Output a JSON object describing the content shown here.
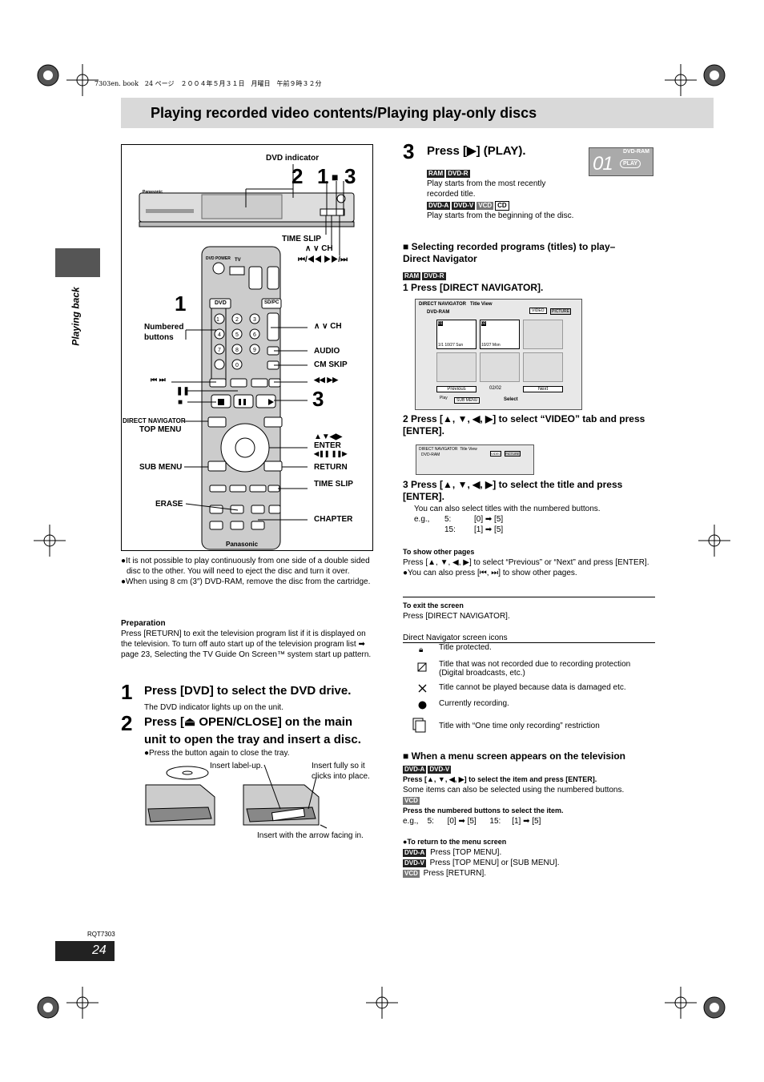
{
  "header_line": "7303en. book　24 ページ　２００４年５月３１日　月曜日　午前９時３２分",
  "title": "Playing recorded video contents/Playing play-only discs",
  "side_label": "Playing back",
  "diagram": {
    "dvd_indicator": "DVD indicator",
    "num2": "2",
    "num1": "1",
    "num3": "3",
    "brand": "Panasonic",
    "time_slip": "TIME SLIP",
    "ch_top": "∧ ∨ CH",
    "skip_search": "⏮/◀◀ ▶▶/⏭",
    "remote_num1": "1",
    "remote_num3": "3",
    "numbered_buttons": "Numbered\nbuttons",
    "ch": "∧ ∨ CH",
    "audio": "AUDIO",
    "cm_skip": "CM SKIP",
    "skip_left": "⏮ ⏭",
    "pause": "❚❚",
    "stop": "■",
    "search": "◀◀ ▶▶",
    "direct_navigator": "DIRECT NAVIGATOR",
    "top_menu": "TOP MENU",
    "arrows_enter": "▲▼◀▶",
    "enter": "ENTER",
    "frame": "◀❚❚ ❚❚▶",
    "sub_menu": "SUB MENU",
    "return": "RETURN",
    "time_slip2": "TIME SLIP",
    "erase": "ERASE",
    "chapter": "CHAPTER",
    "remote_brand": "Panasonic",
    "remote_dvd": "DVD",
    "remote_sdpc": "SD/PC",
    "remote_power": "DVD POWER",
    "remote_tv": "TV"
  },
  "left_notes": [
    "It is not possible to play continuously from one side of a double sided disc to the other. You will need to eject the disc and turn it over.",
    "When using 8 cm (3″) DVD-RAM, remove the disc from the cartridge."
  ],
  "preparation": {
    "heading": "Preparation",
    "text": "Press [RETURN] to exit the television program list if it is displayed on the television. To turn off auto start up of the television program list ➡ page 23, Selecting the TV Guide On Screen™ system start up pattern."
  },
  "step1": {
    "num": "1",
    "title": "Press [DVD] to select the DVD drive.",
    "sub": "The DVD indicator lights up on the unit."
  },
  "step2": {
    "num": "2",
    "title": "Press [⏏ OPEN/CLOSE] on the main unit to open the tray and insert a disc.",
    "sub": "●Press the button again to close the tray."
  },
  "disc_labels": {
    "label_up": "Insert label-up.",
    "fully": "Insert fully so it clicks into place.",
    "arrow": "Insert with the arrow facing in."
  },
  "step3": {
    "num": "3",
    "title": "Press [▶] (PLAY).",
    "badges1": [
      "RAM",
      "DVD-R"
    ],
    "text1": "Play starts from the most recently recorded title.",
    "badges2": [
      "DVD-A",
      "DVD-V",
      "VCD",
      "CD"
    ],
    "text2": "Play starts from the beginning of the disc.",
    "display_label": "DVD-RAM",
    "display_play": "PLAY",
    "display_digits": "01"
  },
  "dn": {
    "heading": "■ Selecting recorded programs (titles) to play– Direct Navigator",
    "badges": [
      "RAM",
      "DVD-R"
    ],
    "s1": "1  Press [DIRECT NAVIGATOR].",
    "screen": {
      "title": "DIRECT NAVIGATOR",
      "view": "Title View",
      "disc": "DVD-RAM",
      "tab_video": "VIDEO",
      "tab_picture": "PICTURE",
      "thumb1_no": "01",
      "thumb1_date": "1/1 10/27 Sun",
      "thumb2_no": "02",
      "thumb2_date": "10/27 Mon",
      "previous": "Previous",
      "page": "02/02",
      "next": "Next",
      "play": "Play",
      "submenu": "SUB MENU",
      "select": "Select"
    },
    "s2": "2  Press [▲, ▼, ◀, ▶] to select “VIDEO” tab and press [ENTER].",
    "s3": "3  Press [▲, ▼, ◀, ▶] to select the title and press [ENTER].",
    "s3_note": "You can also select titles with the numbered buttons.",
    "eg1_label": "e.g.,",
    "eg1_a": "5:",
    "eg1_b": "[0] ➡ [5]",
    "eg2_a": "15:",
    "eg2_b": "[1] ➡ [5]",
    "other_heading": "To show other pages",
    "other_text": "Press [▲, ▼, ◀, ▶] to select “Previous” or “Next” and press [ENTER].",
    "other_note": "●You can also press [⏮, ⏭] to show other pages.",
    "exit_heading": "To exit the screen",
    "exit_text": "Press [DIRECT NAVIGATOR].",
    "icons_heading": "Direct Navigator screen icons",
    "icons": [
      {
        "name": "lock-icon",
        "text": "Title protected."
      },
      {
        "name": "no-record-icon",
        "text": "Title that was not recorded due to recording protection (Digital broadcasts, etc.)"
      },
      {
        "name": "cross-icon",
        "text": "Title cannot be played because data is damaged etc."
      },
      {
        "name": "dot-icon",
        "text": "Currently recording."
      },
      {
        "name": "copy-once-icon",
        "text": "Title with “One time only recording” restriction"
      }
    ]
  },
  "menu": {
    "heading": "■ When a menu screen appears on the television",
    "badges": [
      "DVD-A",
      "DVD-V"
    ],
    "bold1": "Press [▲, ▼, ◀, ▶] to select the item and press [ENTER].",
    "text1": "Some items can also be selected using the numbered buttons.",
    "vcd": "VCD",
    "bold2": "Press the numbered buttons to select the item.",
    "eg": "e.g.,    5:      [0] ➡ [5]      15:     [1] ➡ [5]",
    "return_heading": "●To return to the menu screen",
    "r1_badge": "DVD-A",
    "r1": "Press [TOP MENU].",
    "r2_badge": "DVD-V",
    "r2": "Press [TOP MENU] or [SUB MENU].",
    "r3_badge": "VCD",
    "r3": "Press [RETURN]."
  },
  "rqt": "RQT7303",
  "page_number": "24"
}
